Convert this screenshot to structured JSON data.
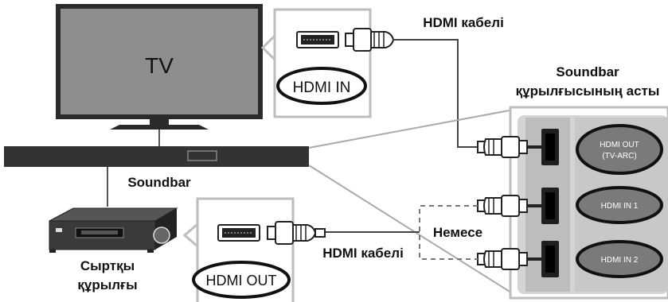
{
  "labels": {
    "tv": "TV",
    "hdmi_in": "HDMI IN",
    "hdmi_cable_top": "HDMI кабелі",
    "soundbar_bottom_line1": "Soundbar",
    "soundbar_bottom_line2": "құрылғысының асты",
    "soundbar": "Soundbar",
    "hdmi_out_tv_arc_line1": "HDMI OUT",
    "hdmi_out_tv_arc_line2": "(TV-ARC)",
    "hdmi_in_1": "HDMI IN 1",
    "hdmi_in_2": "HDMI IN 2",
    "nemese": "Немесе",
    "hdmi_cable_bottom": "HDMI кабелі",
    "external_device_line1": "Сыртқы",
    "external_device_line2": "құрылғы",
    "hdmi_out": "HDMI OUT"
  },
  "colors": {
    "tv_screen": "#8e8e8e",
    "device_dark": "#2a2a2a",
    "soundbar": "#333333",
    "port_panel": "#d9d9d9",
    "port_panel_dark": "#9a9a9a",
    "callout_border": "#bdbdbd",
    "cable": "#444444",
    "connector_grey": "#b8b8b8"
  }
}
